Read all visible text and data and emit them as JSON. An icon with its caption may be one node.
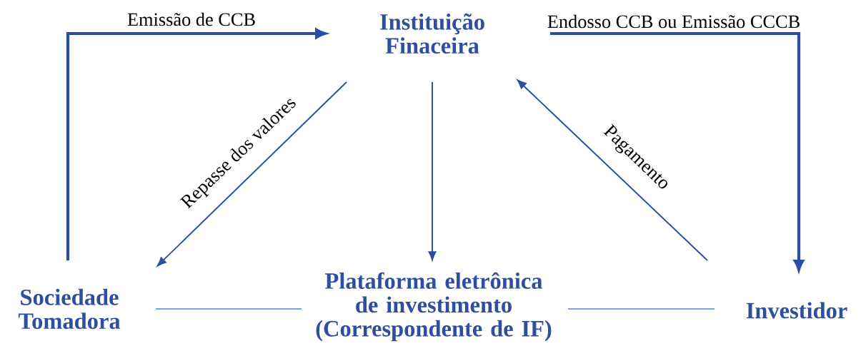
{
  "diagram": {
    "nodes": [
      {
        "text": [
          "Instituição Finaceira"
        ]
      },
      {
        "text": [
          "Sociedade Tomadora"
        ]
      },
      {
        "text": [
          "Plataforma eletrônica de investimento",
          "(Correspondente de IF)"
        ]
      },
      {
        "text": [
          "Investidor"
        ]
      }
    ],
    "edges": [
      {
        "from": 1,
        "to": 0,
        "arrow": "to",
        "label": "Emissão de CCB",
        "style": "thick"
      },
      {
        "from": 0,
        "to": 3,
        "arrow": "to",
        "label": "Endosso CCB ou Emissão CCCB",
        "style": "thick"
      },
      {
        "from": 0,
        "to": 1,
        "arrow": "to",
        "label": "Repasse dos valores"
      },
      {
        "from": 0,
        "to": 2,
        "arrow": "to"
      },
      {
        "from": 3,
        "to": 0,
        "arrow": "to",
        "label": "Pagamento"
      },
      {
        "from": 1,
        "to": 2,
        "arrow": "none",
        "color": "#7aa3e5"
      },
      {
        "from": 2,
        "to": 3,
        "arrow": "none",
        "color": "#7aa3e5"
      }
    ]
  }
}
